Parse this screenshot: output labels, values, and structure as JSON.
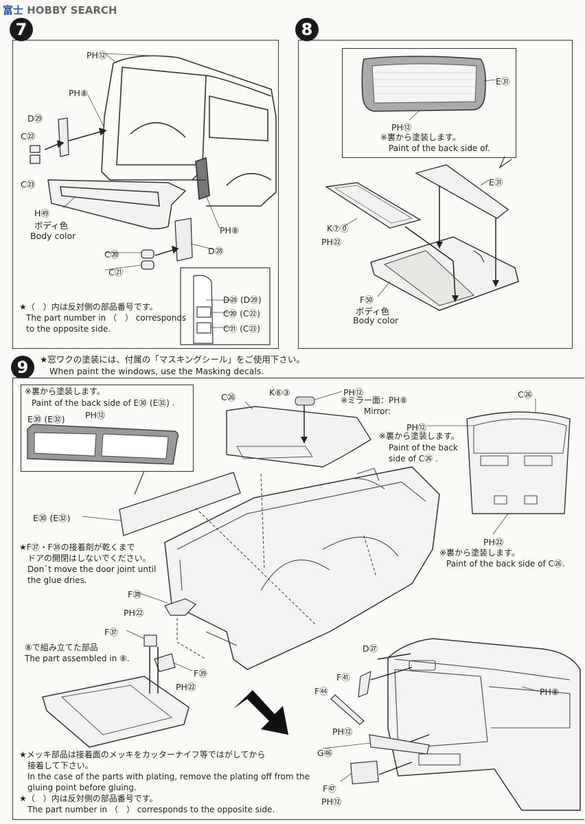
{
  "watermark": "HOBBY SEARCH",
  "watermark_prefix": "富士",
  "steps": {
    "s7": {
      "number": "7",
      "labels": {
        "ph12": "PH⑫",
        "ph8a": "PH⑧",
        "d29": "D㉙",
        "c22": "C㉒",
        "c23": "C㉓",
        "h59": "H㊾",
        "body_color_jp": "ボディ色",
        "body_color_en": "Body color",
        "ph8b": "PH⑧",
        "d28": "D㉘",
        "c20": "C⑳",
        "c21": "C㉑"
      },
      "inset": {
        "row1": "D㉘ (D㉙)",
        "row2": "C⑳ (C㉒)",
        "row3": "C㉑ (C㉓)"
      },
      "note_jp": "★（　）内は反対側の部品番号です。",
      "note_en1": "The part number in （　） corresponds",
      "note_en2": "to the opposite side."
    },
    "s8": {
      "number": "8",
      "labels": {
        "e31a": "E㉛",
        "ph12": "PH⑫",
        "backside_jp": "※裏から塗装します。",
        "backside_en": "Paint of the back side of.",
        "e31b": "E㉛",
        "k70": "K⑦⓪",
        "ph22": "PH㉒",
        "f50": "F㊿",
        "body_color_jp": "ボディ色",
        "body_color_en": "Body color"
      }
    },
    "s9": {
      "number": "9",
      "header_jp": "★窓ワクの塗装には、付属の「マスキングシール」をご使用下さい。",
      "header_en": "When paint the windows, use the Masking decals.",
      "labels": {
        "backside_jp1": "※裏から塗装します。",
        "backside_en1": "Paint of the back side of  E㉚ (E㉜) .",
        "e30_e32a": "E㉚ (E㉜)",
        "ph12a": "PH⑫",
        "c26a": "C㉖",
        "k63": "K⑥③",
        "ph12b": "PH⑫",
        "mirror_jp": "※ミラー面：PH⑧",
        "mirror_en": "Mirror:",
        "c26b": "C㉖",
        "ph12c": "PH⑫",
        "backside_jp2": "※裏から塗装します。",
        "backside_en2a": "Paint of the back",
        "backside_en2b": "side of C㉖ .",
        "e30_e32b": "E㉚ (E㉜)",
        "ph22a": "PH㉒",
        "backside_jp3": "※裏から塗装します。",
        "backside_en3": "Paint of the back side of C㉖.",
        "door_jp1": "★F㊲・F㊳の接着剤が乾くまで",
        "door_jp2": "ドアの開閉はしないでください。",
        "door_en1": "Don`t move the door joint until",
        "door_en2": "the glue dries.",
        "f38": "F㊳",
        "ph22b": "PH㉒",
        "f37": "F㊲",
        "f39": "F㊴",
        "ph22c": "PH㉒",
        "assembled_jp": "⑧で組み立てた部品",
        "assembled_en": "The part assembled in ⑧.",
        "d27": "D㉗",
        "f41": "F㊶",
        "f44": "F㊹",
        "ph12d": "PH⑫",
        "ph8": "PH⑧",
        "g56": "G㊻",
        "f47": "F㊼",
        "ph12e": "PH⑫"
      },
      "plating_jp1": "★メッキ部品は接着面のメッキをカッターナイフ等ではがしてから",
      "plating_jp2": "接着して下さい。",
      "plating_en1": "In the case of the parts with plating, remove the plating off from the",
      "plating_en2": "gluing point before gluing.",
      "opp_jp": "★（　）内は反対側の部品番号です。",
      "opp_en": "The part number in （　） corresponds to the opposite side."
    }
  }
}
